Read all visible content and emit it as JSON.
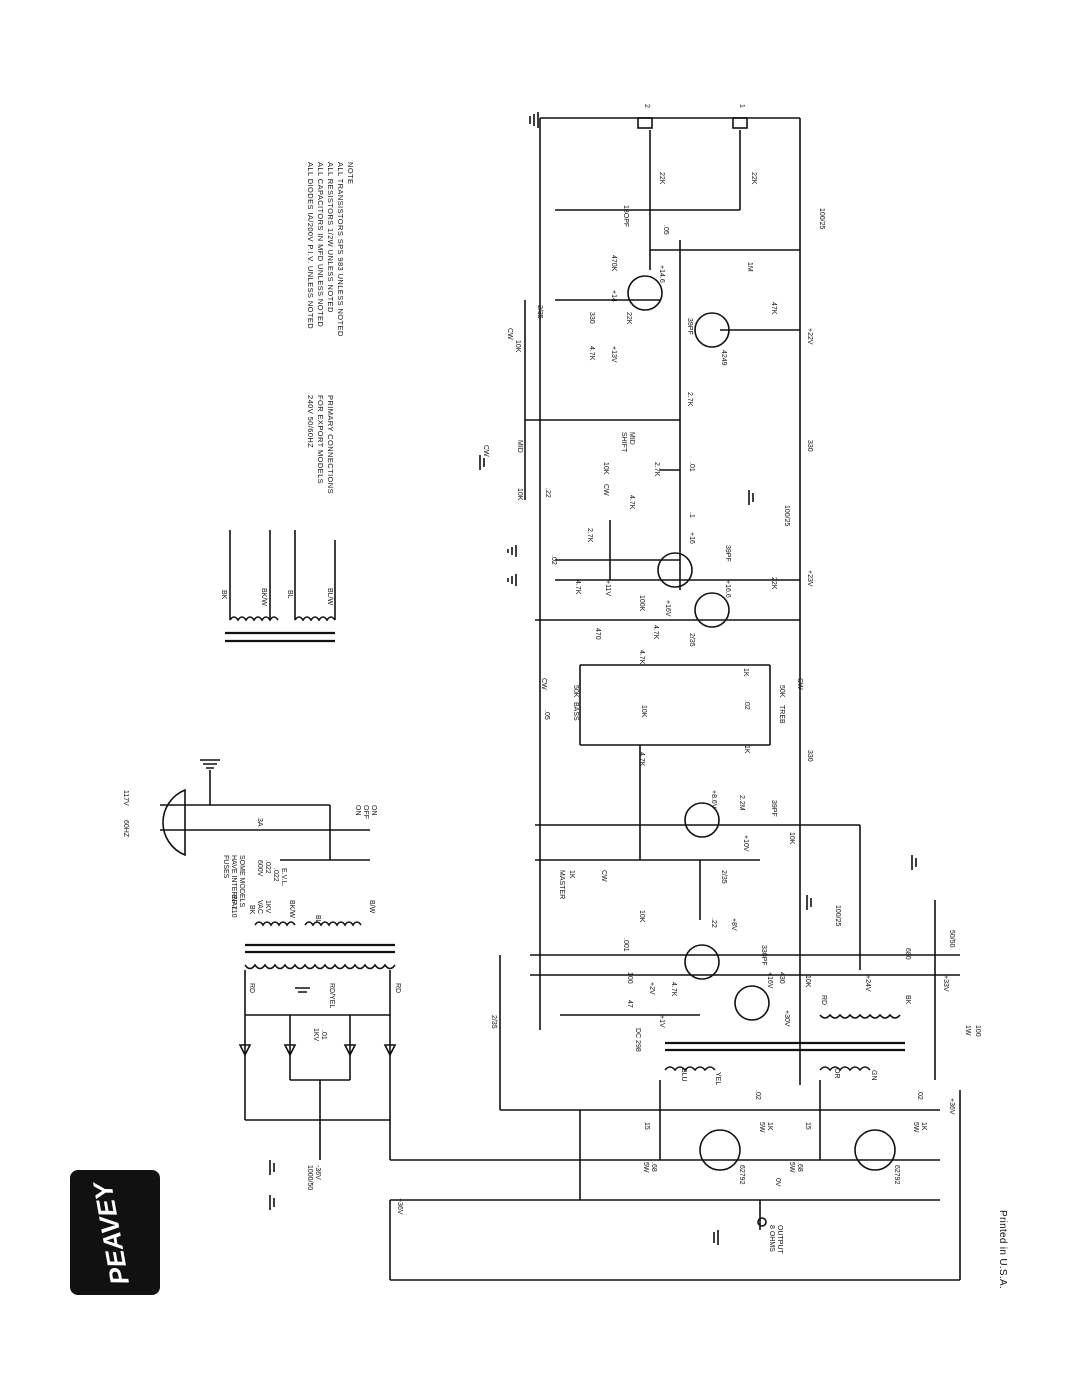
{
  "note": {
    "title": "NOTE",
    "lines": [
      "ALL TRANSISTORS SPS 983 UNLESS NOTED",
      "ALL RESISTORS 1/2W UNLESS NOTED",
      "ALL CAPACITORS IN MFD UNLESS NOTED",
      "ALL DIODES IA/200V P.I.V. UNLESS NOTED"
    ]
  },
  "primary_note": [
    "PRIMARY CONNECTIONS",
    "FOR EXPORT MODELS",
    "240V  50/60HZ"
  ],
  "primary_taps": [
    "BK",
    "BK/W",
    "BL",
    "BL/W"
  ],
  "mains": {
    "plug": [
      "117V",
      "60HZ"
    ],
    "fuse": "3A",
    "switch": [
      "ON",
      "OFF",
      "ON"
    ],
    "cap1": [
      ".022",
      "600V"
    ],
    "cap2": [
      "E.V.L.",
      ".022",
      "1KV",
      "VAC"
    ],
    "fuse_note": [
      "SOME MODELS",
      "HAVE INTERNAL",
      "FUSES"
    ],
    "pt_label": "EF 710",
    "pt_leads": [
      "BK",
      "BK/W",
      "BL",
      "B/W"
    ],
    "secondary": [
      "RD",
      "RD/YEL",
      "RD"
    ]
  },
  "psu": {
    "bridge_cap": [
      ".01",
      "1KV"
    ],
    "neg_rail": "-36V",
    "filter_cap": "1000/50",
    "pos_rail": "+36V"
  },
  "inputs": [
    "2",
    "1"
  ],
  "stage1": {
    "parts": [
      "22K",
      "22K",
      ".05",
      "18OPF",
      "1M",
      "470K",
      "+14",
      "+14.6",
      "330",
      "22K",
      "39PF",
      "4.7K",
      "+13V",
      "47K",
      "+22V",
      "2/35",
      "10K",
      "CW"
    ],
    "transistor": "4249",
    "rail_cap": "100/25"
  },
  "mid": {
    "parts": [
      "2.7K",
      "330",
      ".01",
      "2.7K",
      "MID",
      "SHIFT",
      "10K",
      "CW",
      "MID",
      "CW",
      "10K",
      ".22",
      "4.7K",
      ".1",
      "100/25"
    ]
  },
  "stage2": {
    "parts": [
      "2.7K",
      ".02",
      "4.7K",
      "+11V",
      "+16",
      "+16.6",
      "39PF",
      "22K",
      "+23V",
      "100K",
      "+16V",
      "4.7K",
      "470",
      "2/35"
    ]
  },
  "tone": {
    "parts": [
      "4.7K",
      "1K",
      "CW",
      "50K",
      "BASS",
      "10K",
      "CW",
      "50K",
      "TREB",
      ".02",
      ".05",
      "1K",
      "4.7K",
      "330"
    ]
  },
  "master": {
    "parts": [
      "2.2M",
      "+8.6V",
      "39PF",
      "+10V",
      "10K",
      "1K",
      "MASTER",
      "CW",
      "2/35"
    ]
  },
  "driver": {
    "parts": [
      ".22",
      "+8V",
      "10K",
      ".001",
      "330PF",
      "+16V",
      "430",
      "100",
      "+2V",
      "4.7K",
      "+1V",
      "47",
      "10K",
      "+24V",
      "680",
      "BK",
      "+33V",
      "50/50",
      "100/25",
      "+30V",
      "RD",
      "DC 298",
      "2/35",
      "100",
      "1W"
    ]
  },
  "output": {
    "parts": [
      "BLU",
      "YEL",
      ".02",
      "1K",
      "5W",
      "15",
      "OR",
      "GN",
      ".02",
      "1K",
      "5W",
      "15",
      ".68",
      "5W",
      ".68",
      "5W",
      "0V",
      "+36V"
    ],
    "transistors": [
      "62792",
      "62792"
    ],
    "jack": [
      "OUTPUT",
      "8 OHMS"
    ]
  },
  "logo_text": "PEAVEY",
  "footer": "Printed in U.S.A."
}
